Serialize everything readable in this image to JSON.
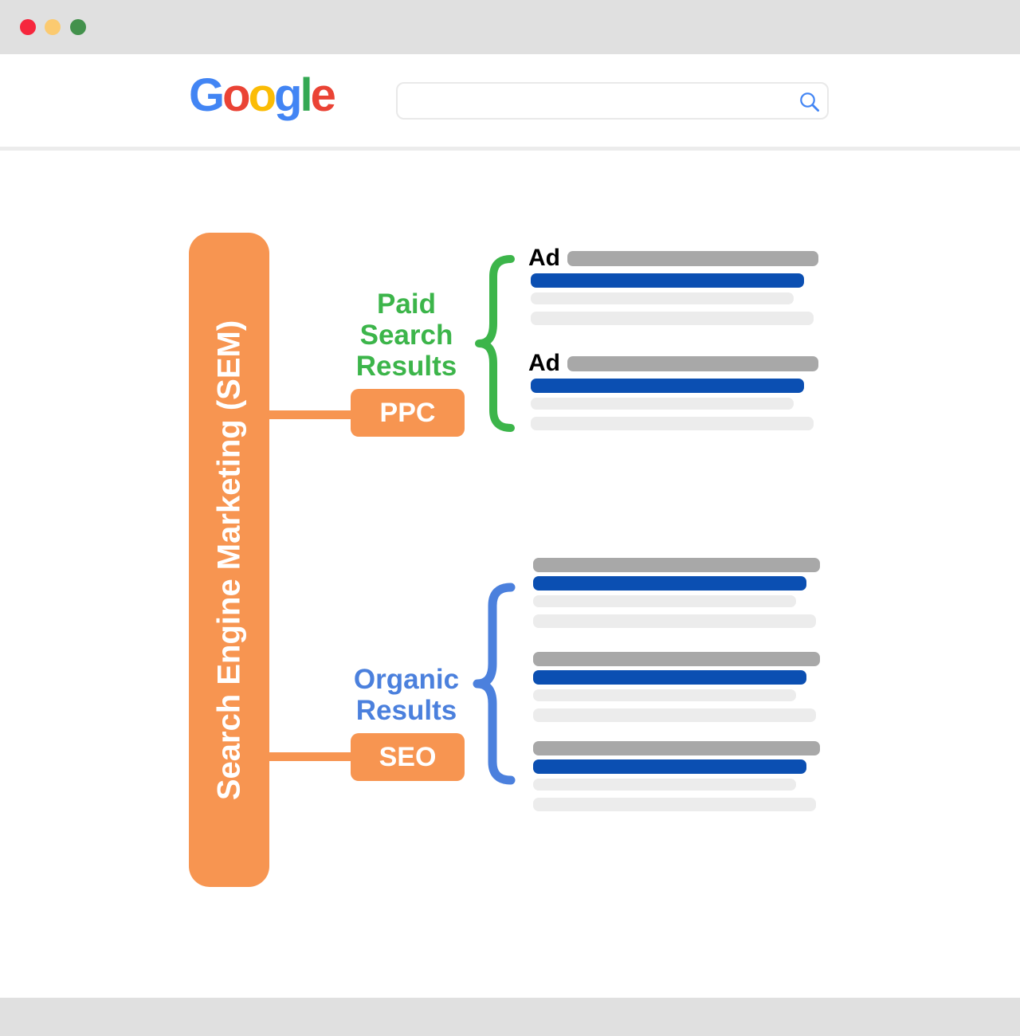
{
  "window": {
    "chrome_color": "#E0E0E0",
    "controls": [
      {
        "name": "close",
        "color": "#F6273D"
      },
      {
        "name": "minimize",
        "color": "#FBCA70"
      },
      {
        "name": "maximize",
        "color": "#43914C"
      }
    ]
  },
  "header": {
    "logo": {
      "name": "Google",
      "letters": [
        {
          "ch": "G",
          "color": "#4285F4"
        },
        {
          "ch": "o",
          "color": "#EA4335"
        },
        {
          "ch": "o",
          "color": "#FBBC05"
        },
        {
          "ch": "g",
          "color": "#4285F4"
        },
        {
          "ch": "l",
          "color": "#34A853"
        },
        {
          "ch": "e",
          "color": "#EA4335"
        }
      ]
    },
    "search": {
      "value": "",
      "placeholder": "",
      "icon": "magnifier",
      "icon_color": "#4285F4"
    },
    "divider_color": "#ECECEC"
  },
  "diagram": {
    "root": {
      "label": "Search Engine Marketing (SEM)",
      "fill": "#F79551",
      "text_color": "#FFFFFF"
    },
    "branches": [
      {
        "id": "ppc",
        "box_label": "PPC",
        "box_fill": "#F79551",
        "group_lines": [
          "Paid",
          "Search",
          "Results"
        ],
        "group_color": "#3CB54A"
      },
      {
        "id": "seo",
        "box_label": "SEO",
        "box_fill": "#F79551",
        "group_lines": [
          "Organic",
          "Results"
        ],
        "group_color": "#4B80DD"
      }
    ]
  },
  "serp": {
    "ad_label": "Ad",
    "ad_label_color": "#000000",
    "bar_colors": {
      "title": "#A8A8A8",
      "link": "#0B4FB2",
      "desc": "#ECECEC"
    },
    "paid_result_count": 2,
    "organic_result_count": 3
  }
}
